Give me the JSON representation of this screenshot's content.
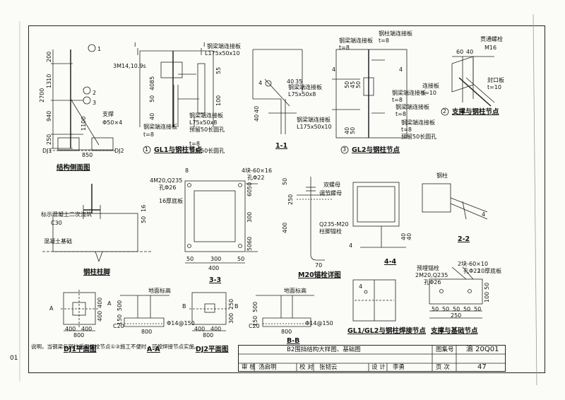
{
  "sheet": {
    "side_label": "01",
    "note": "说明，当钢梁与钢柱采用螺栓节点①③施工不便时，可按焊接节点实施。"
  },
  "views": {
    "elevation": {
      "title": "结构侧面图",
      "labels": [
        "200",
        "1310",
        "2700",
        "940",
        "250",
        "1100",
        "850",
        "DJ1",
        "DJ2",
        "支撑",
        "Φ50×4",
        "2",
        "3",
        "1"
      ]
    },
    "gl1": {
      "title": "GL1与钢柱节点",
      "num": "1",
      "labels": [
        "3M14,10.9s",
        "钢梁端连接板",
        "L175x50x10",
        "40",
        "50",
        "55",
        "85",
        "40",
        "100",
        "钢梁端连接板",
        "L75x50x8",
        "t=8",
        "预留50长圆孔",
        "钢梁端连接板",
        "t=8",
        "预留50长圆孔",
        "I",
        "I"
      ]
    },
    "sec11": {
      "title": "1-1",
      "labels": [
        "4",
        "40",
        "35",
        "钢梁端连接板",
        "L75x50x8",
        "40",
        "40",
        "钢梁端连接板",
        "L175x50x10"
      ]
    },
    "gl2": {
      "title": "GL2与钢柱节点",
      "num": "3",
      "labels": [
        "钢梁端连接板",
        "t=8",
        "钢柱端连接板",
        "t=8",
        "50",
        "45",
        "50",
        "40",
        "50",
        "钢梁端连接板",
        "t=8",
        "钢梁端连接板",
        "t=8",
        "钢梁端连接板",
        "t=8",
        "预留50长圆孔",
        "4",
        "4"
      ]
    },
    "brace": {
      "title": "支撑与钢柱节点",
      "num": "2",
      "labels": [
        "60",
        "40",
        "贯通螺栓",
        "M16",
        "连接板",
        "t=10",
        "封口板",
        "t=10"
      ]
    },
    "column_base": {
      "title": "钢柱柱脚",
      "labels": [
        "标示混凝土二次浇筑",
        "C30",
        "混凝土基础",
        "50",
        "16"
      ]
    },
    "sec33": {
      "title": "3-3",
      "labels": [
        "8",
        "4M20,Q235",
        "孔Φ26",
        "16厚底板",
        "4块-60×16",
        "孔Φ22",
        "50",
        "60",
        "300",
        "60",
        "50",
        "400",
        "50",
        "300",
        "50"
      ]
    },
    "anchor": {
      "title": "M20锚栓详图",
      "labels": [
        "50",
        "250",
        "400",
        "双螺母",
        "调节螺母",
        "Q235-M20",
        "柱脚锚栓",
        "70"
      ]
    },
    "sec44": {
      "title": "4-4",
      "labels": [
        "4",
        "40",
        "40"
      ]
    },
    "sec22": {
      "title": "2-2",
      "labels": [
        "钢柱",
        "4"
      ]
    },
    "dj1": {
      "title": "DJ1平面图",
      "labels": [
        "A",
        "A",
        "400",
        "400",
        "400",
        "400",
        "800"
      ]
    },
    "aa": {
      "title": "A-A",
      "labels": [
        "地面标高",
        "500",
        "150",
        "C20",
        "Φ14@150",
        "800"
      ]
    },
    "dj2": {
      "title": "DJ2平面图",
      "labels": [
        "B",
        "B",
        "250",
        "300",
        "400",
        "400",
        "800"
      ]
    },
    "bb": {
      "title": "B-B",
      "labels": [
        "地面标高",
        "500",
        "150",
        "C20",
        "Φ14@150",
        "800"
      ]
    },
    "weld": {
      "title": "GL1/GL2与钢柱焊接节点",
      "labels": [
        "4"
      ]
    },
    "brace_base": {
      "title": "支撑与基础节点",
      "labels": [
        "预埋锚栓",
        "2M20,Q235",
        "孔Φ26",
        "2块-60×10",
        "孔Φ22",
        "10厚底板",
        "50",
        "100",
        "50",
        "50",
        "50",
        "50",
        "50",
        "250"
      ]
    }
  },
  "title_block": {
    "drawing_title": "B2围挡结构大样图、基础图",
    "atlas_label": "图集号",
    "atlas_no": "渝 20Q01",
    "review": "审 核",
    "reviewer": "汤启明",
    "check": "校 对",
    "checker": "张韧云",
    "design": "设 计",
    "designer": "李勇",
    "page_label": "页 次",
    "page_no": "47"
  }
}
